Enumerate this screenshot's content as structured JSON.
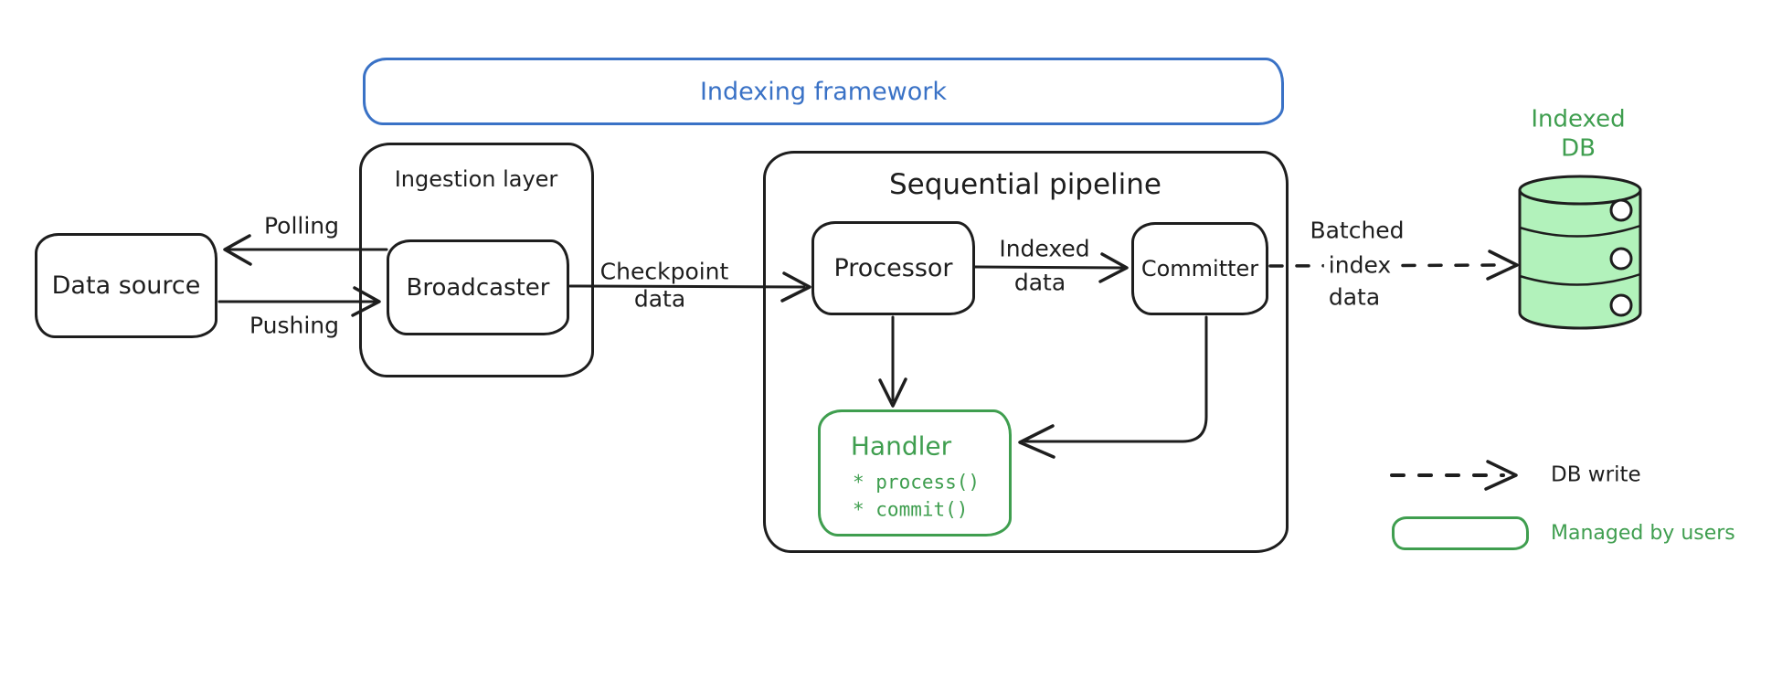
{
  "diagram": {
    "frame": {
      "label": "Indexing framework"
    },
    "nodes": {
      "data_source": {
        "label": "Data source"
      },
      "ingestion_layer": {
        "label": "Ingestion layer"
      },
      "broadcaster": {
        "label": "Broadcaster"
      },
      "sequential_pipeline": {
        "label": "Sequential pipeline"
      },
      "processor": {
        "label": "Processor"
      },
      "committer": {
        "label": "Committer"
      },
      "handler": {
        "title": "Handler",
        "items": [
          "* process()",
          "* commit()"
        ]
      },
      "indexed_db": {
        "label_line1": "Indexed",
        "label_line2": "DB"
      }
    },
    "edges": {
      "polling": {
        "label": "Polling"
      },
      "pushing": {
        "label": "Pushing"
      },
      "checkpoint": {
        "label_line1": "Checkpoint",
        "label_line2": "data"
      },
      "indexed": {
        "label_line1": "Indexed",
        "label_line2": "data"
      },
      "batched": {
        "label_line1": "Batched",
        "label_line2": "index",
        "label_line3": "data"
      }
    },
    "legend": {
      "db_write": "DB write",
      "managed_by_users": "Managed by users"
    },
    "colors": {
      "stroke": "#1e1e1e",
      "blue": "#3a72c6",
      "green": "#3f9e4f",
      "db_fill": "#b2f2bb"
    }
  }
}
